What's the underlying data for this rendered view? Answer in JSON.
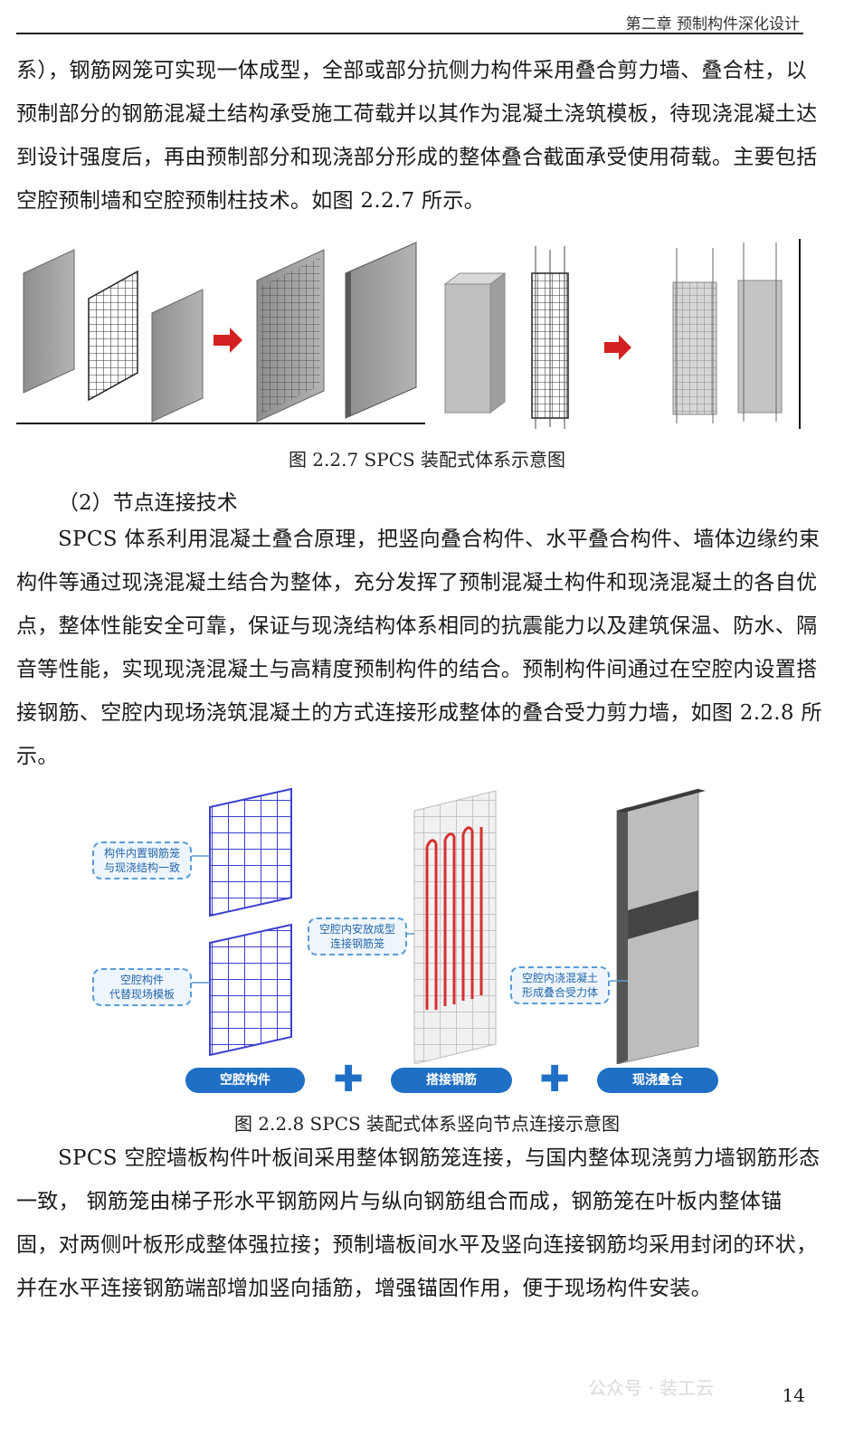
{
  "header": {
    "chapter_title": "第二章  预制构件深化设计"
  },
  "paragraphs": {
    "p1": "系），钢筋网笼可实现一体成型，全部或部分抗侧力构件采用叠合剪力墙、叠合柱，以预制部分的钢筋混凝土结构承受施工荷载并以其作为混凝土浇筑模板，待现浇混凝土达到设计强度后，再由预制部分和现浇部分形成的整体叠合截面承受使用荷载。主要包括空腔预制墙和空腔预制柱技术。如图 2.2.7 所示。",
    "subheading": "（2）节点连接技术",
    "p2": "SPCS 体系利用混凝土叠合原理，把竖向叠合构件、水平叠合构件、墙体边缘约束构件等通过现浇混凝土结合为整体，充分发挥了预制混凝土构件和现浇混凝土的各自优点，整体性能安全可靠，保证与现浇结构体系相同的抗震能力以及建筑保温、防水、隔音等性能，实现现浇混凝土与高精度预制构件的结合。预制构件间通过在空腔内设置搭接钢筋、空腔内现场浇筑混凝土的方式连接形成整体的叠合受力剪力墙，如图 2.2.8 所示。",
    "p3": "SPCS  空腔墙板构件叶板间采用整体钢筋笼连接，与国内整体现浇剪力墙钢筋形态一致，  钢筋笼由梯子形水平钢筋网片与纵向钢筋组合而成，钢筋笼在叶板内整体锚固，对两侧叶板形成整体强拉接；预制墙板间水平及竖向连接钢筋均采用封闭的环状，并在水平连接钢筋端部增加竖向插筋，增强锚固作用，便于现场构件安装。"
  },
  "figure1": {
    "caption": "图 2.2.7    SPCS 装配式体系示意图"
  },
  "figure2": {
    "caption": "图 2.2.8    SPCS 装配式体系竖向节点连接示意图",
    "callouts": {
      "c1": "构件内置钢筋笼\n与现浇结构一致",
      "c2": "空腔构件\n代替现场模板",
      "c3": "空腔内安放成型\n连接钢筋笼",
      "c4": "空腔内浇混凝土\n形成叠合受力体"
    },
    "labels": {
      "l1": "空腔构件",
      "l2": "搭接钢筋",
      "l3": "现浇叠合",
      "plus": "✚"
    }
  },
  "page_number": "14",
  "watermark": "公众号 · 装工云"
}
